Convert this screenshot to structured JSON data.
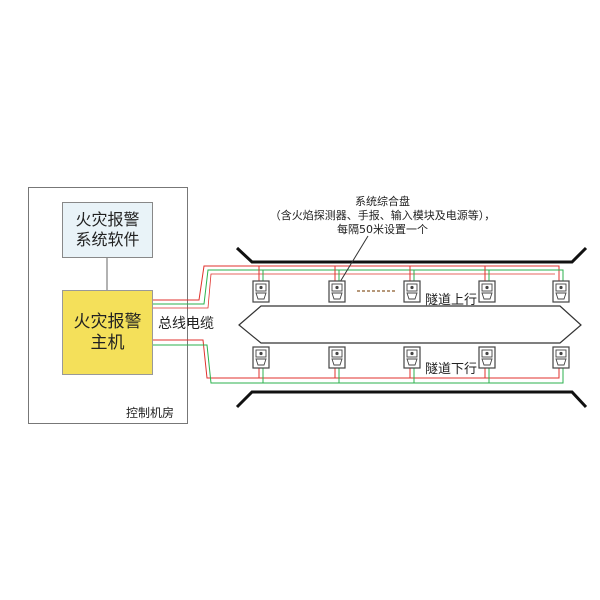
{
  "control_room": {
    "label": "控制机房",
    "software_line1": "火灾报警",
    "software_line2": "系统软件",
    "host_line1": "火灾报警",
    "host_line2": "主机"
  },
  "bus_cable": {
    "label": "总线电缆"
  },
  "panel_note": {
    "line1": "系统综合盘",
    "line2": "（含火焰探测器、手报、输入模块及电源等），",
    "line3": "每隔50米设置一个"
  },
  "tunnels": {
    "up_label": "隧道上行",
    "down_label": "隧道下行"
  },
  "colors": {
    "red_wire": "#e0322d",
    "green_wire": "#2bb24c",
    "host_fill": "#f4e05a",
    "software_fill": "#e9f3f8"
  }
}
